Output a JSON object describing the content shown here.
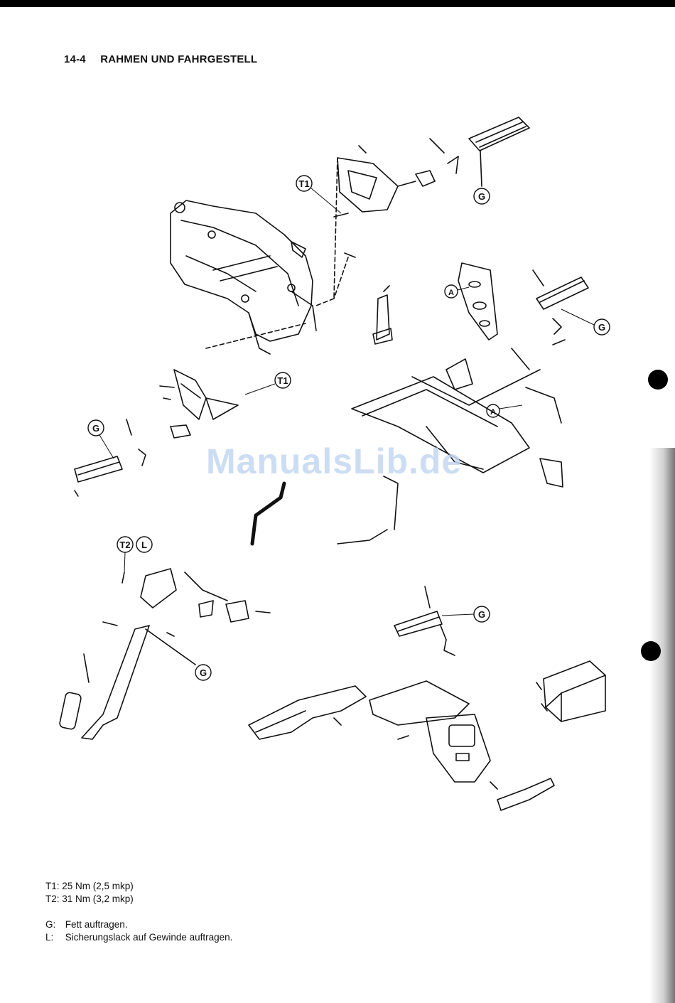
{
  "header": {
    "page_number": "14-4",
    "title": "RAHMEN UND FAHRGESTELL"
  },
  "callouts": {
    "t1": "T1",
    "t2": "T2",
    "l": "L",
    "g": "G",
    "a": "A"
  },
  "watermark": "ManualsLib.de",
  "legend": {
    "torque": [
      {
        "key": "T1:",
        "text": "25 Nm (2,5 mkp)"
      },
      {
        "key": "T2:",
        "text": "31 Nm (3,2 mkp)"
      }
    ],
    "notes": [
      {
        "key": "G:",
        "text": "Fett auftragen."
      },
      {
        "key": "L:",
        "text": "Sicherungslack auf Gewinde auftragen."
      }
    ]
  },
  "colors": {
    "ink": "#111111",
    "watermark": "#c4d8f2",
    "paper": "#ffffff"
  }
}
